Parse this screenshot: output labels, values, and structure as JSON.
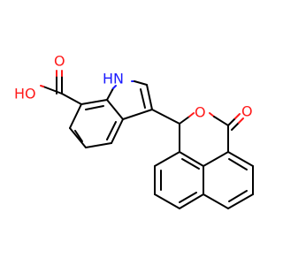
{
  "molecule": {
    "atoms": {
      "carboxylic_oh": "HO",
      "carboxylic_o": "O",
      "indole_nh": "HN",
      "lactone_ring_o": "O",
      "lactone_carbonyl_o": "O"
    }
  },
  "colors": {
    "bond": "#000000",
    "nitrogen": "#1a1aff",
    "oxygen": "#ff1a1a",
    "background": "#ffffff"
  }
}
